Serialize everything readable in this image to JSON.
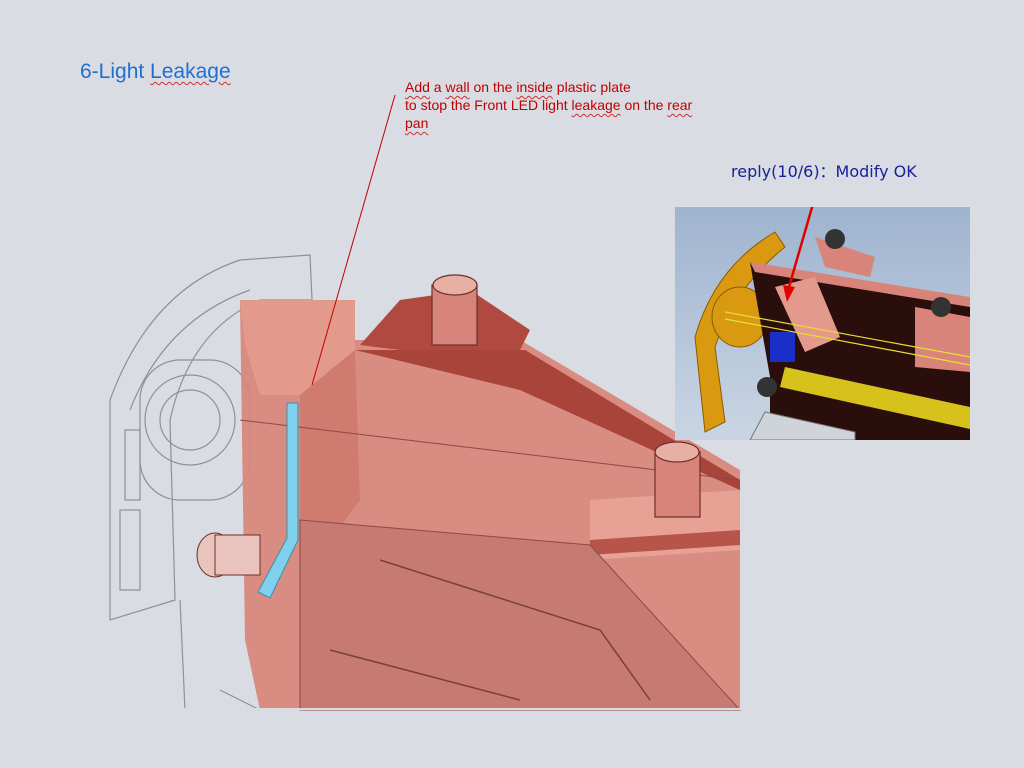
{
  "slide": {
    "title_prefix": "6-Light ",
    "title_word": "Leakage",
    "note": {
      "line1_parts": [
        "Add",
        " a ",
        "wall",
        " on the ",
        "inside",
        " plastic plate"
      ],
      "line2_parts": [
        "to stop the Front LED light ",
        "leakage",
        " on the ",
        "rear"
      ],
      "line3": "pan"
    },
    "reply": "reply(10/6)：Modify OK"
  },
  "colors": {
    "title": "#1f6fd0",
    "note": "#c00000",
    "reply": "#16219a",
    "background": "#d9dde3",
    "plate": "#d8847a",
    "wall_highlight": "#7fd0ec"
  }
}
